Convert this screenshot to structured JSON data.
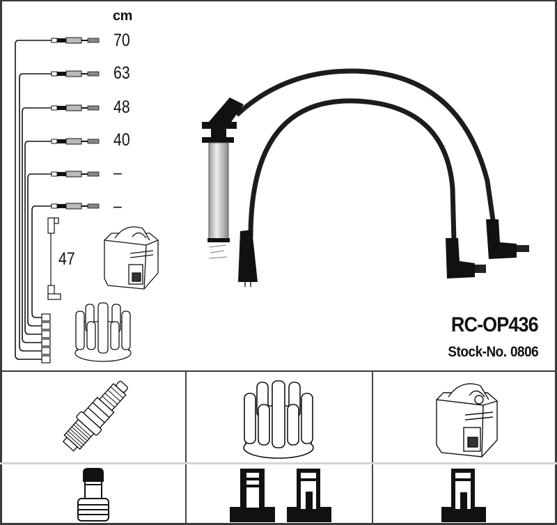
{
  "product": {
    "code": "RC-OP436",
    "stock_label": "Stock-No.",
    "stock_number": "0806"
  },
  "lengths": {
    "unit": "cm",
    "leads": [
      {
        "index": 1,
        "length": "70"
      },
      {
        "index": 2,
        "length": "63"
      },
      {
        "index": 3,
        "length": "48"
      },
      {
        "index": 4,
        "length": "40"
      },
      {
        "index": 5,
        "length": "–"
      },
      {
        "index": 6,
        "length": "–"
      }
    ],
    "coil_lead": "47"
  },
  "illustrations": {
    "main_photo": "ignition-cable-set-photo",
    "diagram_parts": [
      "coil-pack",
      "distributor-cap"
    ]
  },
  "connection_table": {
    "columns": [
      {
        "component": "spark-plug",
        "connector": "plug-terminal"
      },
      {
        "component": "distributor-cap",
        "connector": [
          "socket-male-ribbed",
          "socket-female"
        ]
      },
      {
        "component": "ignition-coil",
        "connector": "socket-female"
      }
    ]
  },
  "colors": {
    "line": "#111111",
    "border": "#3a3a3a",
    "divider": "#d4d4d4",
    "cable": "#1c1c1c"
  }
}
